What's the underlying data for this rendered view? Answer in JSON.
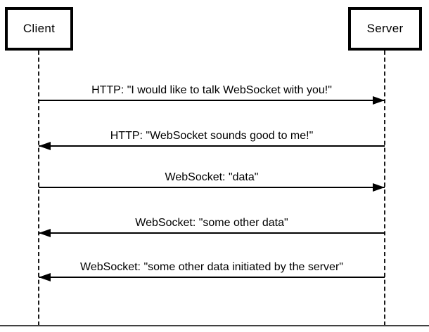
{
  "diagram": {
    "type": "sequence-diagram",
    "actors": [
      {
        "name": "Client"
      },
      {
        "name": "Server"
      }
    ],
    "messages": [
      {
        "label": "HTTP: \"I would like to talk WebSocket with you!\"",
        "from": "Client",
        "to": "Server",
        "direction": "right"
      },
      {
        "label": "HTTP: \"WebSocket sounds good to me!\"",
        "from": "Server",
        "to": "Client",
        "direction": "left"
      },
      {
        "label": "WebSocket: \"data\"",
        "from": "Client",
        "to": "Server",
        "direction": "right"
      },
      {
        "label": "WebSocket: \"some other data\"",
        "from": "Server",
        "to": "Client",
        "direction": "left"
      },
      {
        "label": "WebSocket: \"some other data initiated by the server\"",
        "from": "Server",
        "to": "Client",
        "direction": "left"
      }
    ],
    "colors": {
      "line": "#000000",
      "background": "#ffffff",
      "bottom_edge": "#414141"
    }
  }
}
